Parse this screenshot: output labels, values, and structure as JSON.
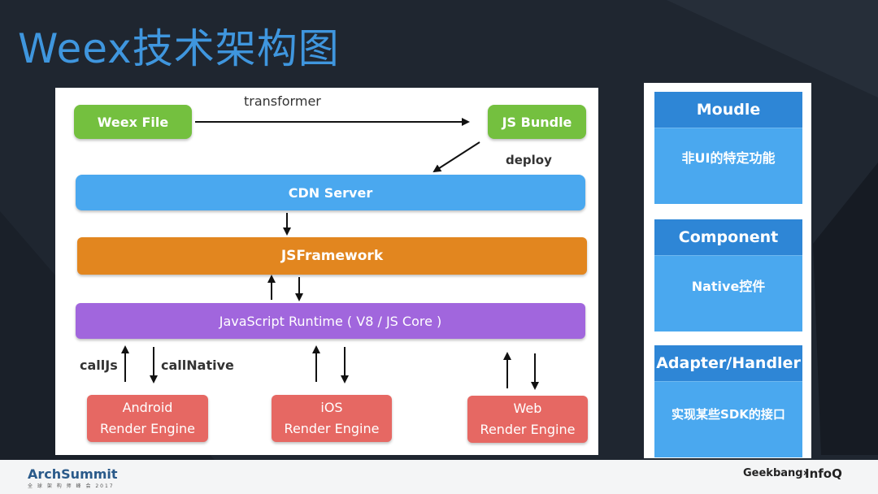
{
  "title": "Weex技术架构图",
  "diagram": {
    "weex_file": "Weex File",
    "transformer": "transformer",
    "js_bundle": "JS Bundle",
    "deploy": "deploy",
    "cdn_server": "CDN Server",
    "jsframework": "JSFramework",
    "runtime": "JavaScript Runtime ( V8 / JS Core )",
    "call_js": "callJs",
    "call_native": "callNative",
    "engines": [
      {
        "line1": "Android",
        "line2": "Render Engine"
      },
      {
        "line1": "iOS",
        "line2": "Render Engine"
      },
      {
        "line1": "Web",
        "line2": "Render Engine"
      }
    ]
  },
  "sidebar": {
    "cards": [
      {
        "head": "Moudle",
        "body": "非UI的特定功能"
      },
      {
        "head": "Component",
        "body": "Native控件"
      },
      {
        "head": "Adapter/Handler",
        "body": "实现某些SDK的接口"
      }
    ]
  },
  "footer": {
    "archsummit": "ArchSummit",
    "archsummit_sub": "全 球 架 构 师 峰 会 2017",
    "geekbang": "Geekbang›",
    "infoq": "InfoQ"
  },
  "colors": {
    "green": "#74c03f",
    "blue": "#4aa8ef",
    "orange": "#e2861f",
    "purple": "#a166dd",
    "red": "#e66863",
    "title": "#3f96de"
  }
}
